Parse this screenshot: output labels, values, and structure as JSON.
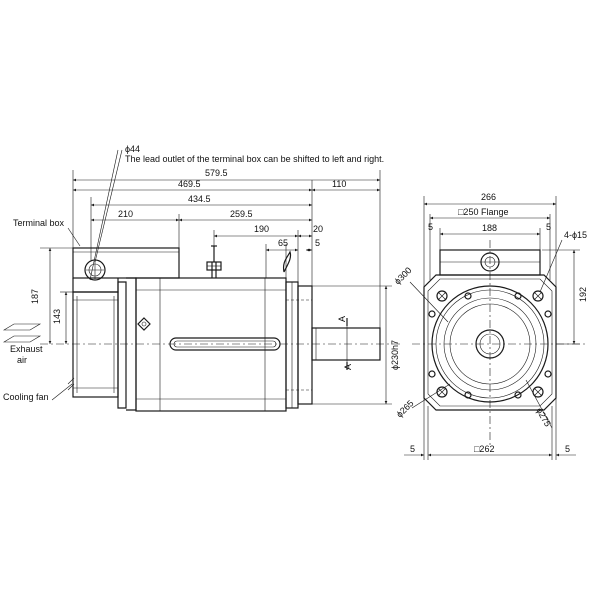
{
  "note": {
    "diameter_label": "ϕ44",
    "lead_outlet_text": "The lead outlet of the terminal box can be shifted to left and right."
  },
  "side_view": {
    "labels": {
      "terminal_box": "Terminal box",
      "exhaust_air": "Exhaust",
      "exhaust_air_2": "air",
      "cooling_fan": "Cooling fan",
      "section_a_top": "A",
      "section_a_bottom": "A"
    },
    "dims": {
      "overall_length": "579.5",
      "shaft_length": "110",
      "d469": "469.5",
      "d434": "434.5",
      "d210": "210",
      "d259": "259.5",
      "d190": "190",
      "d20": "20",
      "d65": "65",
      "d5": "5",
      "height_187": "187",
      "height_143": "143",
      "spigot": "ϕ230h7"
    }
  },
  "front_view": {
    "dims": {
      "width_266": "266",
      "flange": "□250 Flange",
      "d188": "188",
      "d5_left": "5",
      "d5_right": "5",
      "holes": "4-ϕ15",
      "d192": "192",
      "pcd_300": "ϕ300",
      "d265": "ϕ265",
      "d275": "ϕ275",
      "square_262": "□262",
      "d5_bottom_left": "5",
      "d5_bottom_right": "5"
    }
  },
  "colors": {
    "line": "#1a1a1a",
    "text": "#111111",
    "background": "#ffffff"
  }
}
